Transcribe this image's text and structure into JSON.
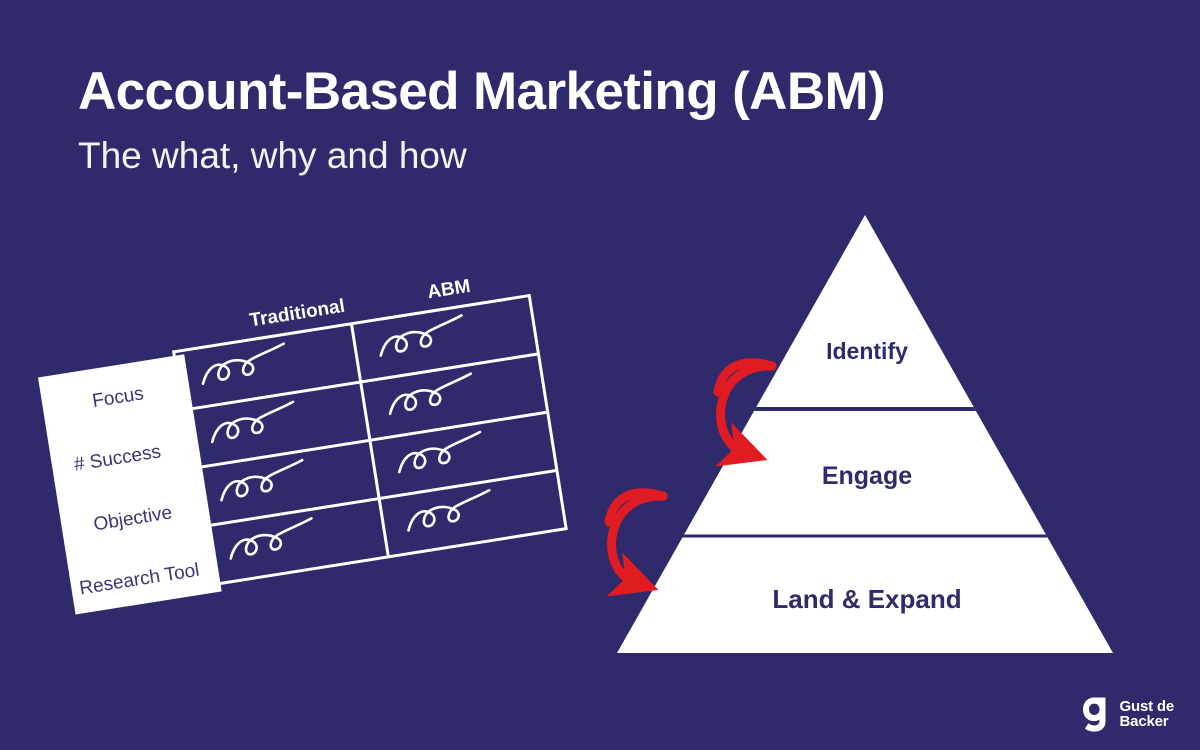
{
  "background_color": "#2e2a6b",
  "accent_color": "#e01b22",
  "surface_color": "#ffffff",
  "header": {
    "title": "Account-Based Marketing (ABM)",
    "subtitle": "The what, why and how"
  },
  "comparison_table": {
    "row_header_column_label": "",
    "column_headers": [
      "Traditional",
      "ABM"
    ],
    "row_labels": [
      "Focus",
      "# Success",
      "Objective",
      "Research Tool"
    ],
    "cell_placeholder": "squiggle-scribble",
    "rotation_degrees": -9
  },
  "pyramid": {
    "tiers": [
      {
        "label": "Identify"
      },
      {
        "label": "Engage"
      },
      {
        "label": "Land & Expand"
      }
    ],
    "arrows": [
      {
        "name": "arrow-identify-to-engage",
        "color": "#e01b22"
      },
      {
        "name": "arrow-engage-to-land",
        "color": "#e01b22"
      }
    ]
  },
  "logo": {
    "mark": "g-logo-icon",
    "line1": "Gust de",
    "line2": "Backer"
  }
}
